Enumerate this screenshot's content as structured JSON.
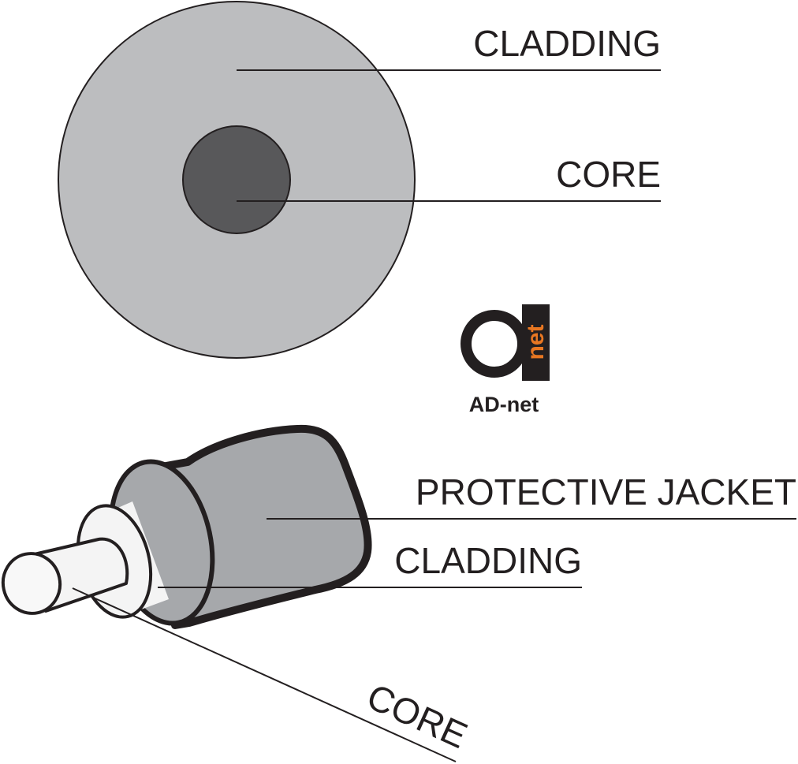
{
  "cross_section": {
    "cladding_label": "CLADDING",
    "core_label": "CORE"
  },
  "logo": {
    "mark_text": "net",
    "caption": "AD-net",
    "accent_color": "#e87722"
  },
  "cable": {
    "jacket_label": "PROTECTIVE JACKET",
    "cladding_label": "CLADDING",
    "core_label": "CORE"
  },
  "colors": {
    "cladding_fill": "#bcbdbf",
    "core_fill": "#58585a",
    "jacket_fill": "#a6a8ab",
    "inner_layer_fill": "#f4f4f4",
    "outline": "#231f20"
  }
}
